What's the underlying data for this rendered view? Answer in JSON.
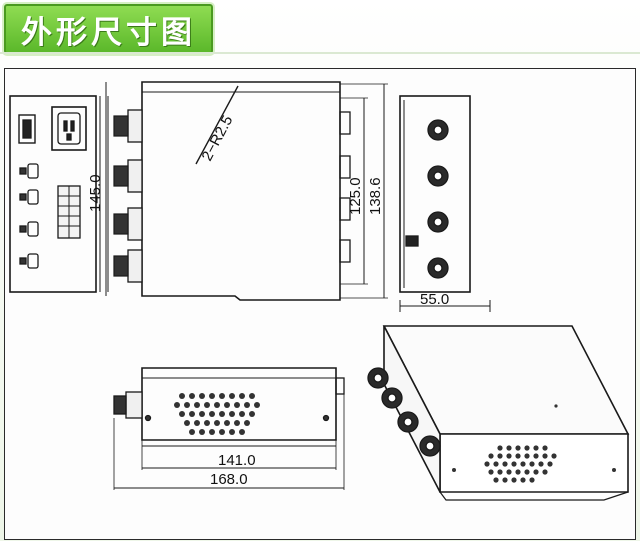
{
  "title": "外形尺寸图",
  "dimensions": {
    "d145": "145.0",
    "radius": "2−R2.5",
    "d125": "125.0",
    "d138": "138.6",
    "d55": "55.0",
    "d141": "141.0",
    "d168": "168.0"
  }
}
